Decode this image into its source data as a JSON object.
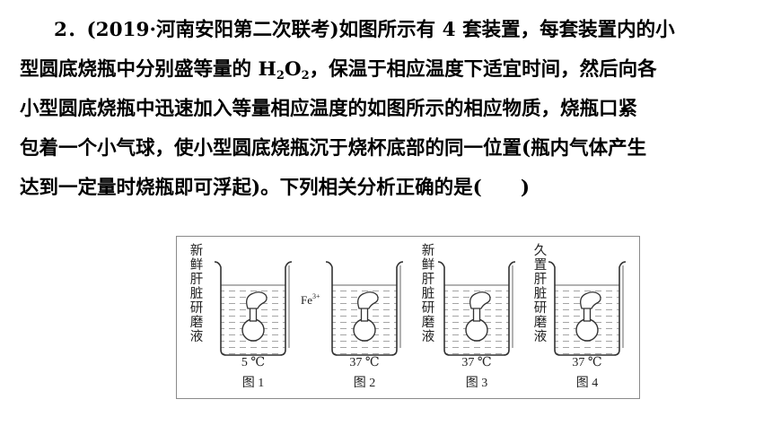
{
  "question": {
    "line1_number": "2．",
    "line1_text": "(2019·河南安阳第二次联考)如图所示有 4 套装置，每套装置内的小",
    "line2_pre": "型圆底烧瓶中分别盛等量的 H",
    "line2_sub1": "2",
    "line2_mid": "O",
    "line2_sub2": "2",
    "line2_post": "，保温于相应温度下适宜时间，然后向各",
    "line3": "小型圆底烧瓶中迅速加入等量相应温度的如图所示的相应物质，烧瓶口紧",
    "line4": "包着一个小气球，使小型圆底烧瓶沉于烧杯底部的同一位置(瓶内气体产生",
    "line5": "达到一定量时烧瓶即可浮起)。下列相关分析正确的是(　　)"
  },
  "figures": [
    {
      "label_chars": [
        "新",
        "鲜",
        "肝",
        "脏",
        "研",
        "磨",
        "液"
      ],
      "temp": "5 ℃",
      "caption": "图 1"
    },
    {
      "reagent": "Fe",
      "reagent_sup": "3+",
      "temp": "37 ℃",
      "caption": "图 2"
    },
    {
      "label_chars": [
        "新",
        "鲜",
        "肝",
        "脏",
        "研",
        "磨",
        "液"
      ],
      "temp": "37 ℃",
      "caption": "图 3"
    },
    {
      "label_chars": [
        "久",
        "置",
        "肝",
        "脏",
        "研",
        "磨",
        "液"
      ],
      "temp": "37 ℃",
      "caption": "图 4"
    }
  ]
}
